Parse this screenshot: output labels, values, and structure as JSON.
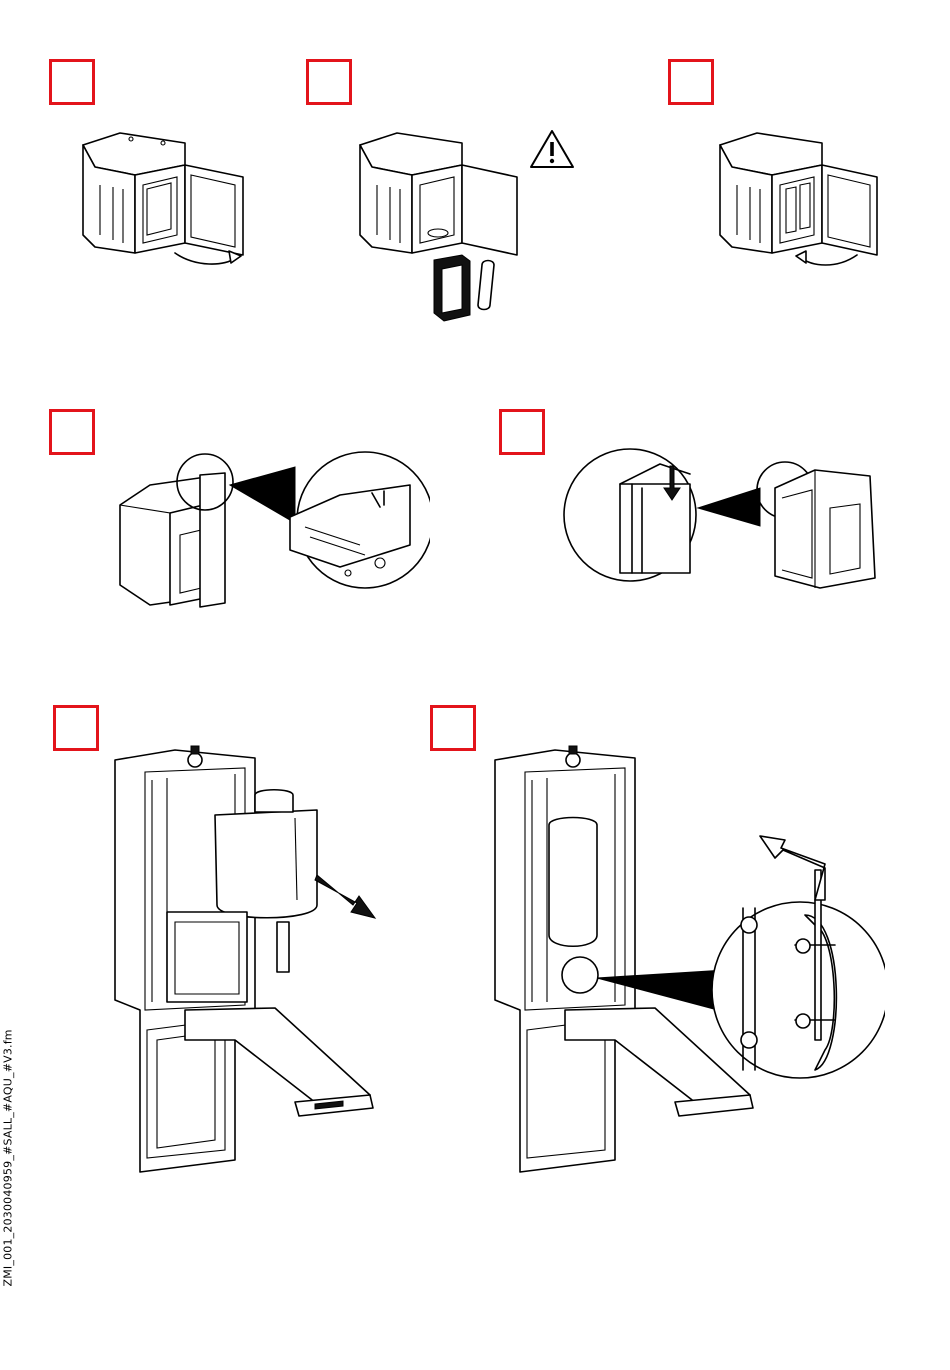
{
  "document": {
    "footer_code": "ZMI_001_2030040959_#SALL_#AQU_#V3.fm",
    "step_marker_color": "#e3141b",
    "warning_icon": "warning-triangle-icon",
    "steps": [
      {
        "id": "step-1",
        "illustration": "battery-compartment-door-open"
      },
      {
        "id": "step-2",
        "illustration": "battery-pack-removal"
      },
      {
        "id": "step-3",
        "illustration": "battery-compartment-door-close"
      },
      {
        "id": "step-4",
        "illustration": "module-hook-detail"
      },
      {
        "id": "step-5",
        "illustration": "module-press-down-detail"
      },
      {
        "id": "step-6",
        "illustration": "soap-container-insert"
      },
      {
        "id": "step-7",
        "illustration": "pump-lift-detail"
      }
    ]
  }
}
